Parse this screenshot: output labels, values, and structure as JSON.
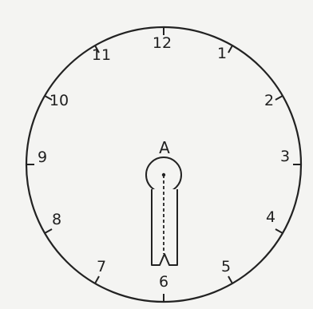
{
  "clock_face": {
    "numerals": [
      "12",
      "1",
      "2",
      "3",
      "4",
      "5",
      "6",
      "7",
      "8",
      "9",
      "10",
      "11"
    ]
  },
  "figure": {
    "label": "A"
  }
}
